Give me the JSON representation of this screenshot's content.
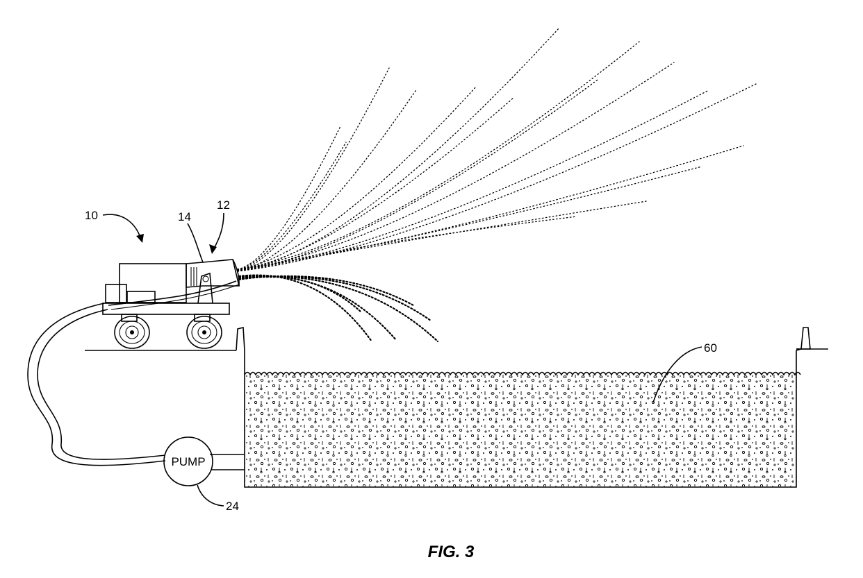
{
  "figure": {
    "caption": "FIG. 3",
    "labels": {
      "ref_10": "10",
      "ref_12": "12",
      "ref_14": "14",
      "ref_24": "24",
      "ref_60": "60"
    },
    "pump_text": "PUMP"
  },
  "colors": {
    "ink": "#000000",
    "paper": "#ffffff"
  }
}
